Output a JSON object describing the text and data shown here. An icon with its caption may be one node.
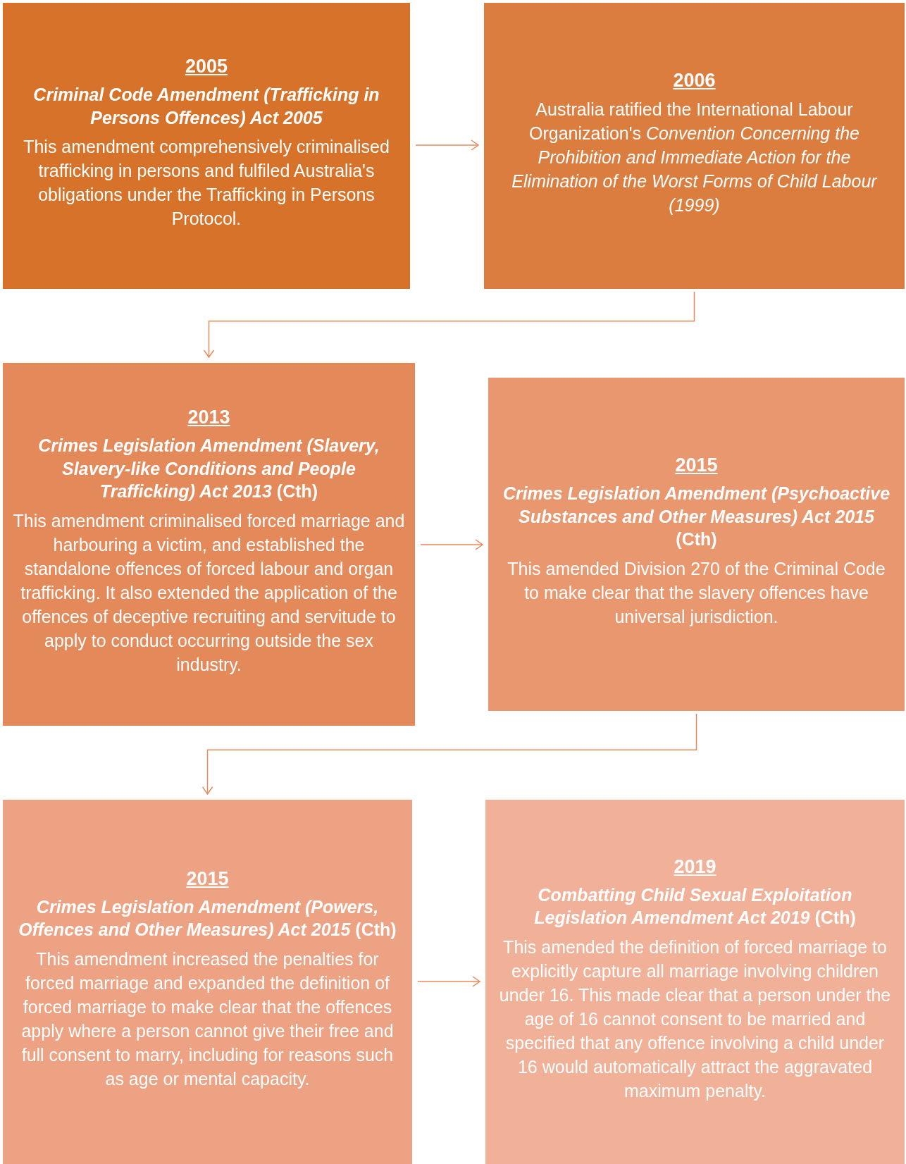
{
  "diagram": {
    "nodes": [
      {
        "text": [
          "2005",
          "*Criminal Code Amendment (Trafficking in Persons Offences) Act 2005*",
          "This amendment comprehensively criminalised trafficking in persons and fulfiled Australia's obligations under the Trafficking in Persons Protocol."
        ]
      },
      {
        "text": [
          "2006",
          "Australia ratified the International Labour Organization's *Convention Concerning the Prohibition and Immediate Action for the Elimination of the Worst Forms of Child Labour (1999)*"
        ]
      },
      {
        "text": [
          "2013",
          "*Crimes Legislation Amendment (Slavery, Slavery-like Conditions and People Trafficking) Act 2013* (Cth)",
          "This amendment criminalised forced marriage and harbouring a victim, and established the standalone offences of forced labour and organ trafficking. It also extended the application of the offences of deceptive recruiting and servitude to apply to conduct occurring outside the sex industry."
        ]
      },
      {
        "text": [
          "2015",
          "*Crimes Legislation Amendment (Psychoactive Substances and Other Measures) Act 2015* (Cth)",
          "This amended Division 270 of the Criminal Code to make clear that the slavery offences have universal jurisdiction."
        ]
      },
      {
        "text": [
          "2015",
          "*Crimes Legislation Amendment (Powers, Offences and Other Measures) Act 2015* (Cth)",
          "This amendment increased the penalties for forced marriage and expanded the definition of forced marriage to make clear that the offences apply where a person cannot give their free and full consent to marry, including for reasons such as age or mental capacity."
        ]
      },
      {
        "text": [
          "2019",
          "*Combatting Child Sexual Exploitation Legislation Amendment Act 2019* (Cth)",
          "This amended the definition of forced marriage to explicitly capture all marriage involving children under 16. This made clear that a person under the age of 16 cannot consent to be married and specified that any offence involving a child under 16 would automatically attract the aggravated maximum penalty."
        ]
      }
    ],
    "edges": [
      {
        "from": 0,
        "to": 1,
        "arrow": "to"
      },
      {
        "from": 1,
        "to": 2,
        "arrow": "to"
      },
      {
        "from": 2,
        "to": 3,
        "arrow": "to"
      },
      {
        "from": 3,
        "to": 4,
        "arrow": "to"
      },
      {
        "from": 4,
        "to": 5,
        "arrow": "to"
      }
    ]
  }
}
